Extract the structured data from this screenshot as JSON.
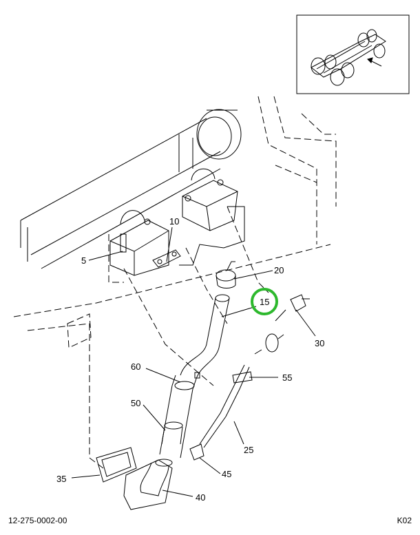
{
  "callouts": {
    "c5": "5",
    "c10": "10",
    "c15": "15",
    "c20": "20",
    "c25": "25",
    "c30": "30",
    "c35": "35",
    "c40": "40",
    "c45": "45",
    "c50": "50",
    "c55": "55",
    "c60": "60"
  },
  "footer": {
    "document_number": "12-275-0002-00",
    "sheet_code": "K02"
  },
  "colors": {
    "line": "#000000",
    "highlight_ring": "#2db82d"
  }
}
